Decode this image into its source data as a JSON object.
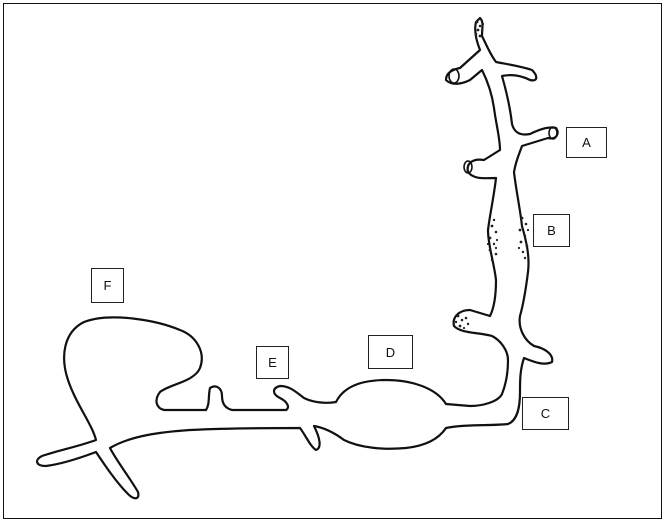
{
  "labels": {
    "a": "A",
    "b": "B",
    "c": "C",
    "d": "D",
    "e": "E",
    "f": "F"
  },
  "colors": {
    "line": "#111111",
    "background": "#ffffff",
    "stipple": "#222222"
  }
}
